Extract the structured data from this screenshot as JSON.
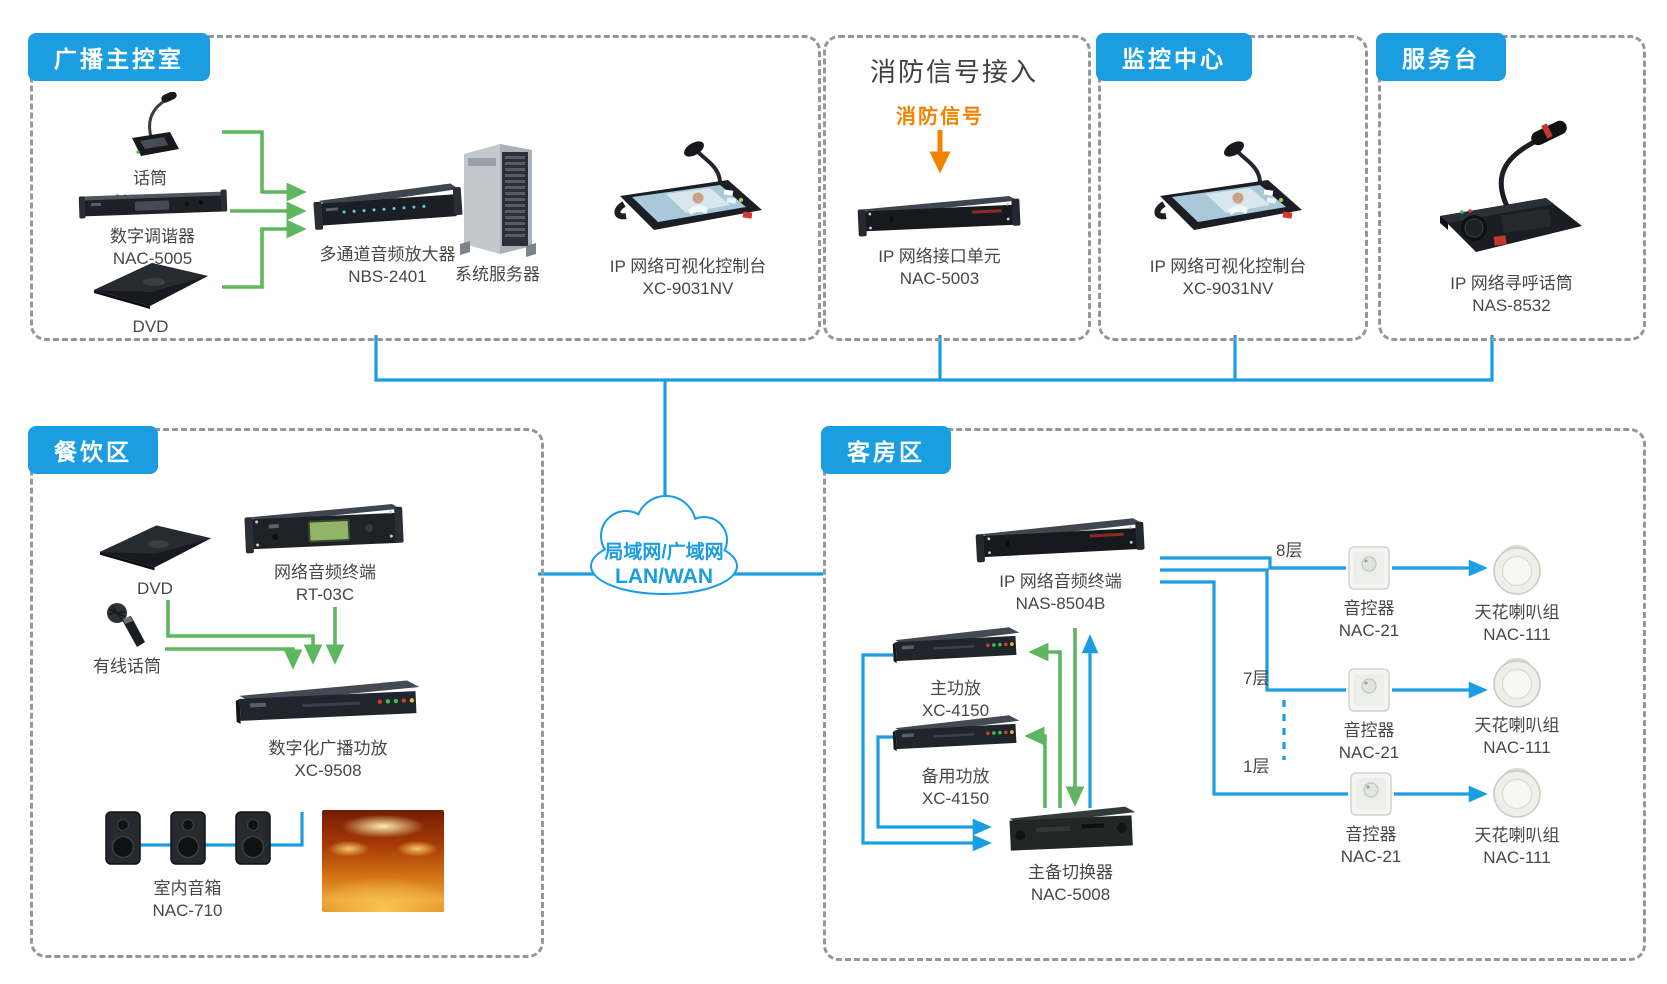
{
  "colors": {
    "accent_blue": "#1b9de1",
    "wire_green": "#5eb75e",
    "wire_orange": "#f08300",
    "label_gray": "#474747",
    "border_gray": "#94979b"
  },
  "cloud": {
    "line1": "局域网/广域网",
    "line2": "LAN/WAN"
  },
  "zones": {
    "broadcast": {
      "title": "广播主控室",
      "devices": {
        "mic": {
          "name": "话筒",
          "model": "NAC-521"
        },
        "tuner": {
          "name": "数字调谐器",
          "model": "NAC-5005"
        },
        "dvd": {
          "name": "DVD"
        },
        "amp": {
          "name": "多通道音频放大器",
          "model": "NBS-2401"
        },
        "server": {
          "name": "系统服务器"
        },
        "console": {
          "name": "IP 网络可视化控制台",
          "model": "XC-9031NV"
        }
      }
    },
    "fire": {
      "title": "消防信号接入",
      "signal": "消防信号",
      "devices": {
        "interface": {
          "name": "IP 网络接口单元",
          "model": "NAC-5003"
        }
      }
    },
    "monitor": {
      "title": "监控中心",
      "devices": {
        "console": {
          "name": "IP 网络可视化控制台",
          "model": "XC-9031NV"
        }
      }
    },
    "service": {
      "title": "服务台",
      "devices": {
        "pagingmic": {
          "name": "IP 网络寻呼话筒",
          "model": "NAS-8532"
        }
      }
    },
    "dining": {
      "title": "餐饮区",
      "devices": {
        "dvd": {
          "name": "DVD"
        },
        "terminal": {
          "name": "网络音频终端",
          "model": "RT-03C"
        },
        "wiredmic": {
          "name": "有线话筒"
        },
        "amp": {
          "name": "数字化广播功放",
          "model": "XC-9508"
        },
        "speakers": {
          "name": "室内音箱",
          "model": "NAC-710"
        }
      }
    },
    "guest": {
      "title": "客房区",
      "devices": {
        "terminal": {
          "name": "IP 网络音频终端",
          "model": "NAS-8504B"
        },
        "mainamp": {
          "name": "主功放",
          "model": "XC-4150"
        },
        "backupamp": {
          "name": "备用功放",
          "model": "XC-4150"
        },
        "switcher": {
          "name": "主备切换器",
          "model": "NAC-5008"
        }
      },
      "floors": [
        {
          "label": "8层",
          "controller": {
            "name": "音控器",
            "model": "NAC-21"
          },
          "speaker": {
            "name": "天花喇叭组",
            "model": "NAC-111"
          }
        },
        {
          "label": "7层",
          "controller": {
            "name": "音控器",
            "model": "NAC-21"
          },
          "speaker": {
            "name": "天花喇叭组",
            "model": "NAC-111"
          }
        },
        {
          "label": "1层",
          "controller": {
            "name": "音控器",
            "model": "NAC-21"
          },
          "speaker": {
            "name": "天花喇叭组",
            "model": "NAC-111"
          }
        }
      ]
    }
  }
}
